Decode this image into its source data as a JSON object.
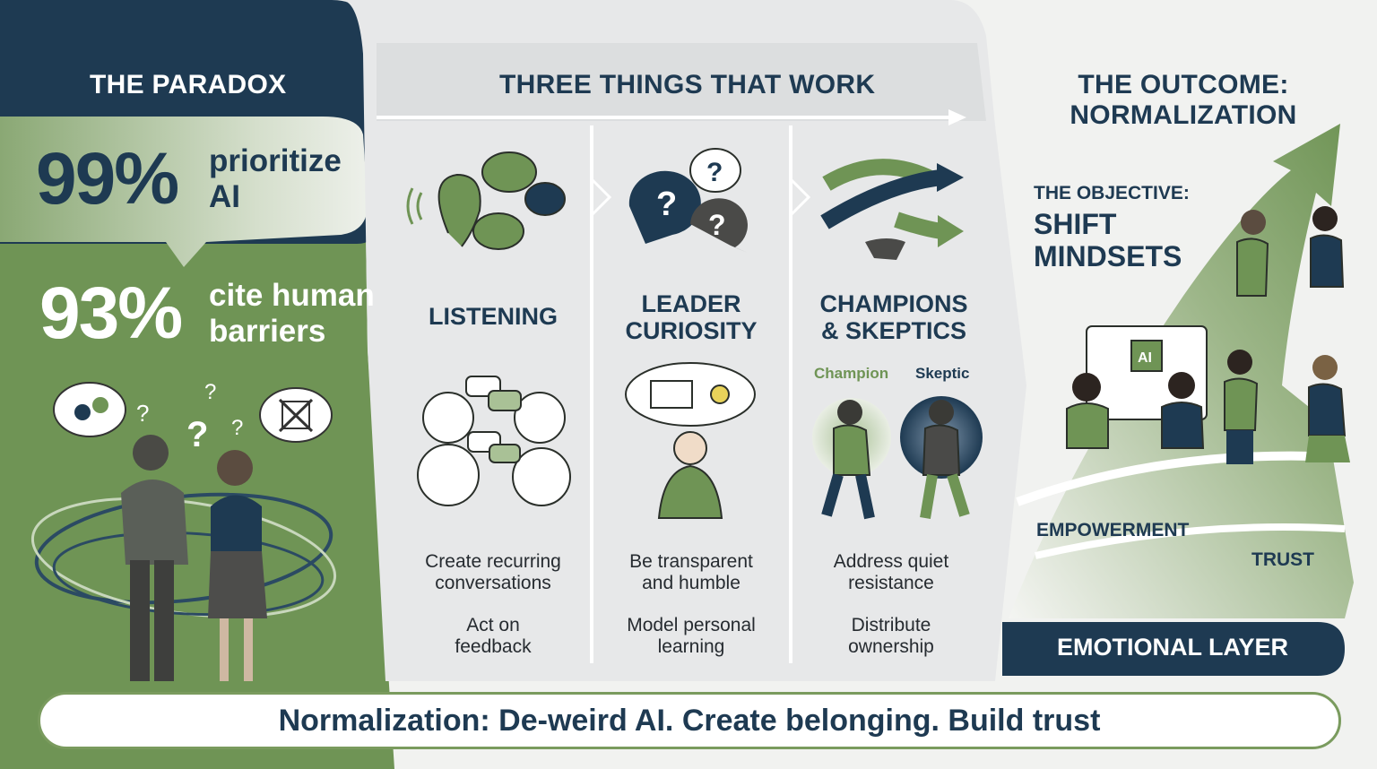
{
  "paradox": {
    "title": "THE PARADOX",
    "stat1_value": "99%",
    "stat1_label_l1": "prioritize",
    "stat1_label_l2": "AI",
    "stat2_value": "93%",
    "stat2_label_l1": "cite human",
    "stat2_label_l2": "barriers"
  },
  "three_things": {
    "title": "THREE THINGS THAT WORK",
    "columns": [
      {
        "title_l1": "LISTENING",
        "title_l2": "",
        "item1_l1": "Create recurring",
        "item1_l2": "conversations",
        "item2_l1": "Act on",
        "item2_l2": "feedback"
      },
      {
        "title_l1": "LEADER",
        "title_l2": "CURIOSITY",
        "item1_l1": "Be transparent",
        "item1_l2": "and humble",
        "item2_l1": "Model personal",
        "item2_l2": "learning"
      },
      {
        "title_l1": "CHAMPIONS",
        "title_l2": "& SKEPTICS",
        "item1_l1": "Address quiet",
        "item1_l2": "resistance",
        "item2_l1": "Distribute",
        "item2_l2": "ownership",
        "champion_label": "Champion",
        "skeptic_label": "Skeptic"
      }
    ]
  },
  "outcome": {
    "title_l1": "THE OUTCOME:",
    "title_l2": "NORMALIZATION",
    "objective_label": "THE OBJECTIVE:",
    "objective_l1": "SHIFT",
    "objective_l2": "MINDSETS",
    "empowerment": "EMPOWERMENT",
    "trust": "TRUST",
    "emotional_layer": "EMOTIONAL LAYER",
    "ai_chip": "AI"
  },
  "footer": {
    "text": "Normalization: De-weird AI. Create belonging. Build trust"
  },
  "colors": {
    "navy": "#1e3a52",
    "green": "#6f9455",
    "light_green": "#a9c196",
    "grey_panel": "#e7e8e9"
  },
  "icons": [
    "ear-icon",
    "speech-bubbles-icon",
    "question-bubbles-icon",
    "crossing-arrows-icon",
    "handshake-icon",
    "book-idea-icon",
    "ai-chip-icon"
  ]
}
